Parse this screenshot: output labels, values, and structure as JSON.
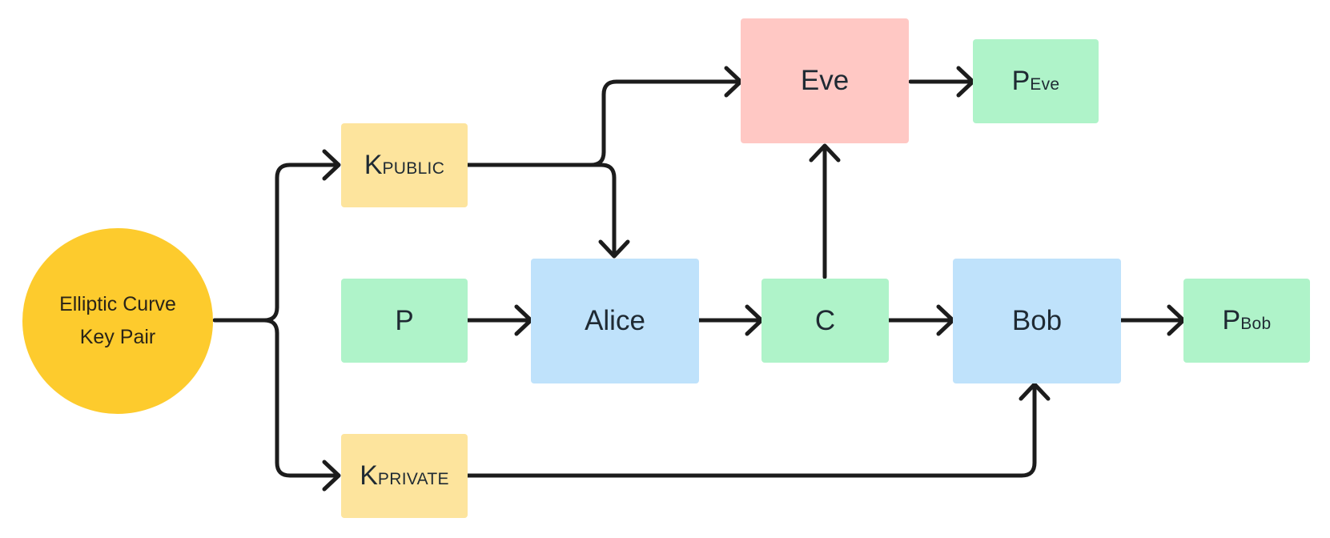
{
  "colors": {
    "key_box": "#fde49d",
    "message_box": "#aff3c9",
    "party_box": "#bfe2fb",
    "eve_box": "#ffc8c4",
    "origin_circle": "#fdcb2d",
    "arrow": "#1c1c1c"
  },
  "nodes": {
    "origin": {
      "line1": "Elliptic Curve",
      "line2": "Key Pair"
    },
    "k_public": {
      "main": "K",
      "sub": "PUBLIC"
    },
    "k_private": {
      "main": "K",
      "sub": "PRIVATE"
    },
    "plaintext": {
      "label": "P"
    },
    "alice": {
      "label": "Alice"
    },
    "ciphertext": {
      "label": "C"
    },
    "bob": {
      "label": "Bob"
    },
    "eve": {
      "label": "Eve"
    },
    "p_eve": {
      "main": "P",
      "sub": "Eve"
    },
    "p_bob": {
      "main": "P",
      "sub": "Bob"
    }
  }
}
